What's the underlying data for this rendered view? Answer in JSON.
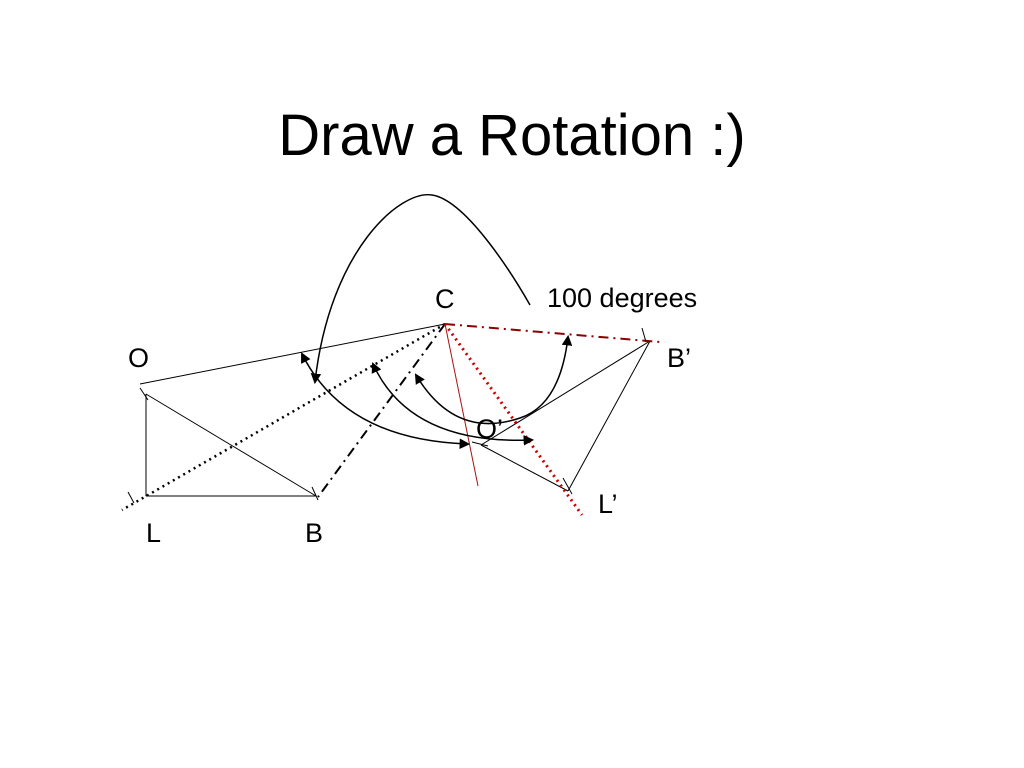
{
  "slide": {
    "title": "Draw a Rotation :)"
  },
  "diagram": {
    "center_label": "C",
    "angle_label": "100 degrees",
    "original_points": {
      "o": "O",
      "l": "L",
      "b": "B"
    },
    "image_points": {
      "o": "O’",
      "l": "L’",
      "b": "B’"
    }
  },
  "colors": {
    "ink": "#000000",
    "construction_red": "#cc0000",
    "dashdot_darkred": "#8b0000",
    "thin_red": "#aa1111"
  }
}
